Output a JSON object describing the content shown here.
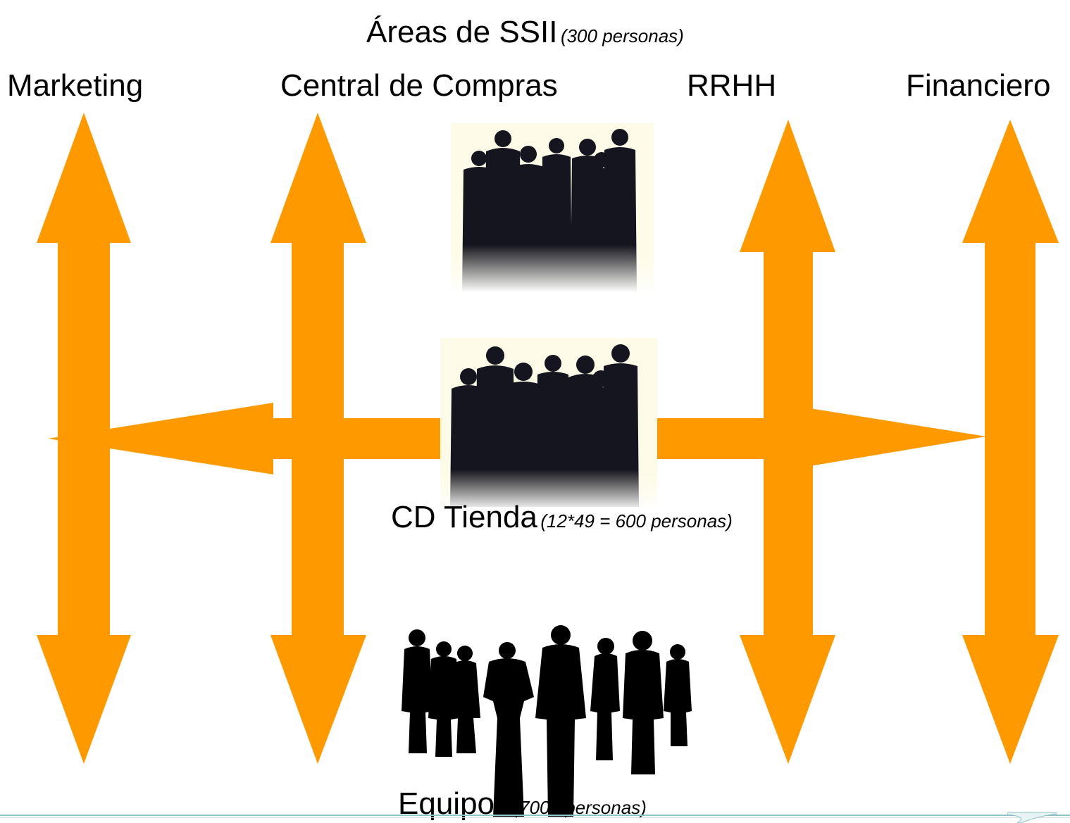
{
  "title": {
    "main": "Áreas de SSII",
    "note": "(300 personas)"
  },
  "departments": [
    "Marketing",
    "Central de Compras",
    "RRHH",
    "Financiero"
  ],
  "cd_tienda": {
    "main": "CD Tienda",
    "note": "(12*49 = 600 personas)"
  },
  "equipos": {
    "main": "Equipos",
    "note": "(7000 personas)"
  },
  "colors": {
    "arrow": "#ff9900",
    "silhouette_formal": "#15151f",
    "silhouette_casual": "#000000",
    "photo_background": "#fdfbe8",
    "footer_line": "#8fc3c9"
  }
}
